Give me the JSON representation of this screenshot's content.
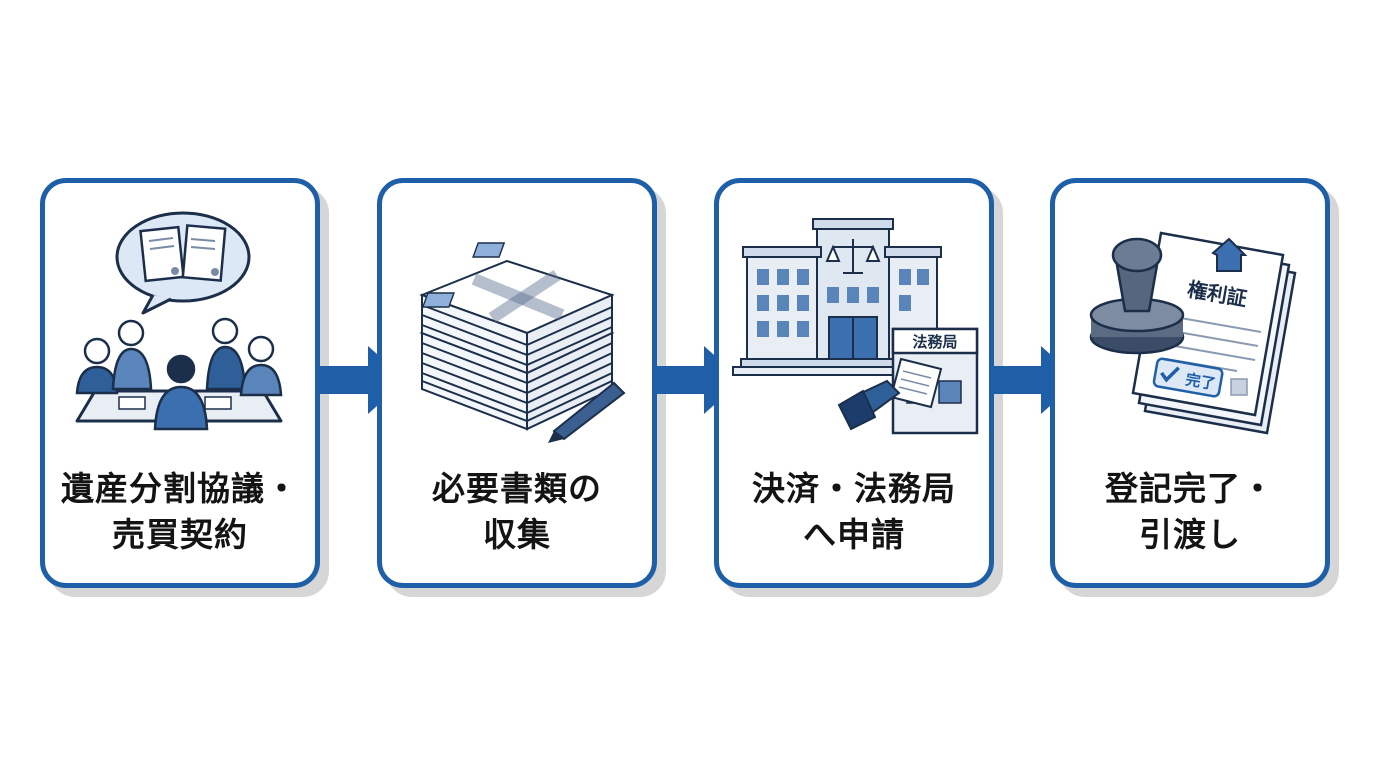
{
  "steps": [
    {
      "line1": "遺産分割協議・",
      "line2": "売買契約",
      "icon": "meeting-icon"
    },
    {
      "line1": "必要書類の",
      "line2": "収集",
      "icon": "document-stack-icon"
    },
    {
      "line1": "決済・法務局",
      "line2": "へ申請",
      "icon": "legal-bureau-building-icon",
      "sign": "法務局"
    },
    {
      "line1": "登記完了・",
      "line2": "引渡し",
      "icon": "certificate-stamp-icon",
      "doc_title": "権利証",
      "stamp_label": "完了"
    }
  ],
  "colors": {
    "accent": "#1f5fa8",
    "light_blue": "#dce8f6",
    "shadow": "#d6d6d6",
    "text": "#141414"
  }
}
